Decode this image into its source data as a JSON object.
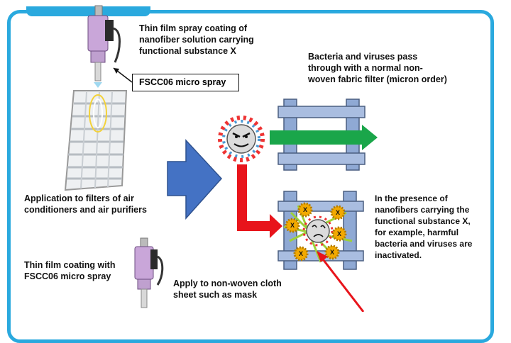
{
  "labels": {
    "spray_title": [
      "Thin film spray coating of",
      "nanofiber solution carrying",
      "functional substance X"
    ],
    "micro_spray_callout": "FSCC06 micro spray",
    "bacteria_pass": [
      "Bacteria and viruses pass",
      "through with a normal non-",
      "woven fabric filter (micron order)"
    ],
    "filter_application": [
      "Application to filters of air",
      "conditioners and air purifiers"
    ],
    "presence_nanofibers": [
      "In the presence of",
      "nanofibers carrying the",
      "functional substance X,",
      "for example, harmful",
      "bacteria and viruses are",
      "inactivated."
    ],
    "thin_film_coating": [
      "Thin film coating with",
      "FSCC06 micro spray"
    ],
    "apply_nonwoven": [
      "Apply to non-woven cloth",
      "sheet such as mask"
    ],
    "x_marker": "X"
  },
  "colors": {
    "frame_border": "#2aa9de",
    "big_arrow": "#4472c4",
    "pass_arrow": "#1aa64a",
    "block_arrow": "#e8141b",
    "filter_frame": "#8fa9d4",
    "nanofiber": "#9dd13a",
    "substance_x": "#f2a900"
  }
}
